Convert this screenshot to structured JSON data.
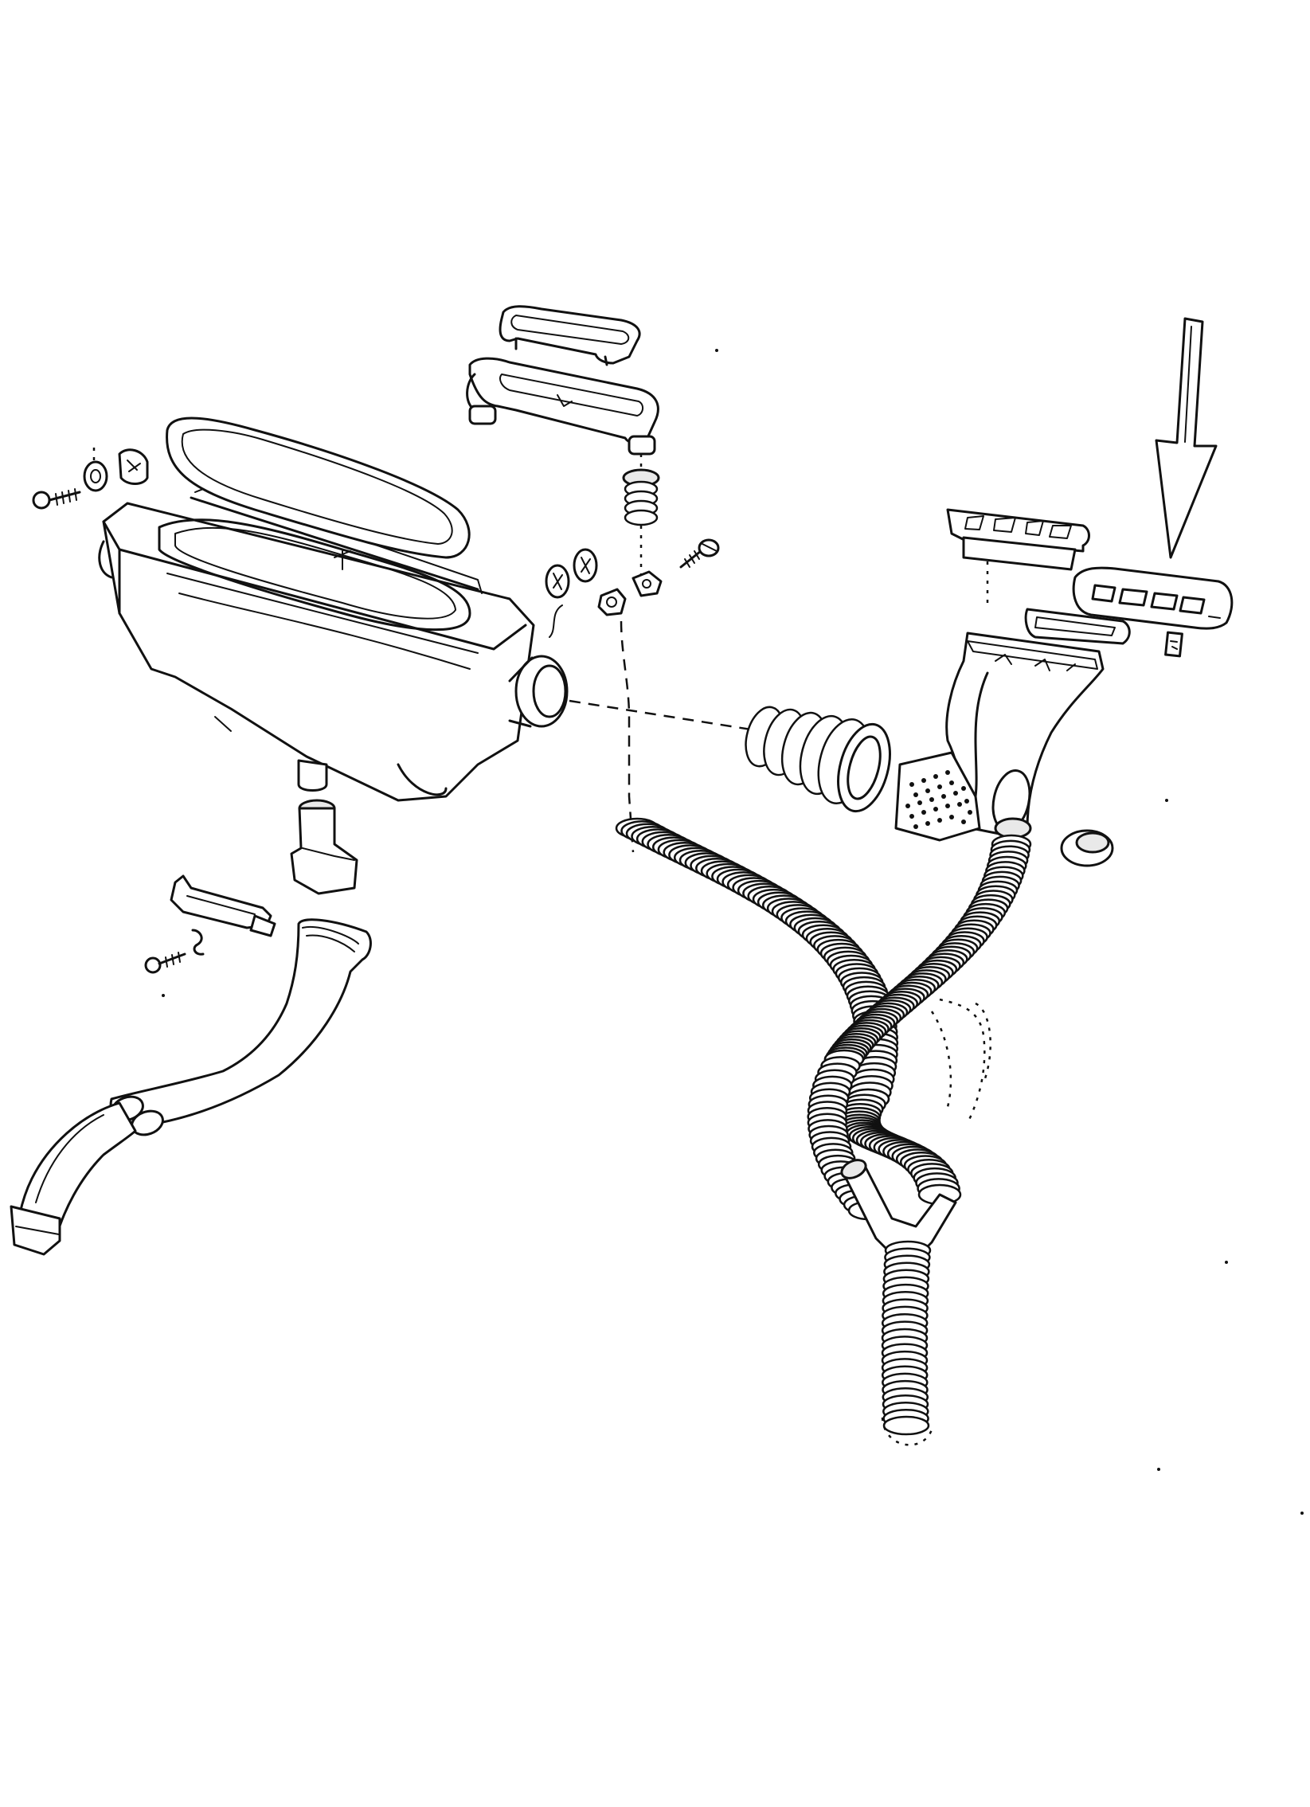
{
  "diagram": {
    "kind": "exploded-parts-illustration",
    "colors": {
      "line": "#111111",
      "background": "#ffffff",
      "shade": "#e9e9e9"
    },
    "parts": [
      {
        "name": "air-duct-housing"
      },
      {
        "name": "duct-seal-gasket"
      },
      {
        "name": "screw-washer-set"
      },
      {
        "name": "top-vent-cap"
      },
      {
        "name": "top-vent-frame"
      },
      {
        "name": "coil-spring"
      },
      {
        "name": "fastening-screw"
      },
      {
        "name": "retaining-clips"
      },
      {
        "name": "flexible-bellows"
      },
      {
        "name": "vent-grille-housing"
      },
      {
        "name": "vent-grille-panel"
      },
      {
        "name": "vent-frame"
      },
      {
        "name": "outlet-grille"
      },
      {
        "name": "small-label-plate"
      },
      {
        "name": "rubber-plug"
      },
      {
        "name": "spiral-hose-left"
      },
      {
        "name": "spiral-hose-right"
      },
      {
        "name": "y-connector"
      },
      {
        "name": "lower-outlet-pipe"
      },
      {
        "name": "hanger-bracket"
      },
      {
        "name": "drain-elbow"
      },
      {
        "name": "rear-duct-tube"
      },
      {
        "name": "indicator-arrow"
      }
    ]
  }
}
